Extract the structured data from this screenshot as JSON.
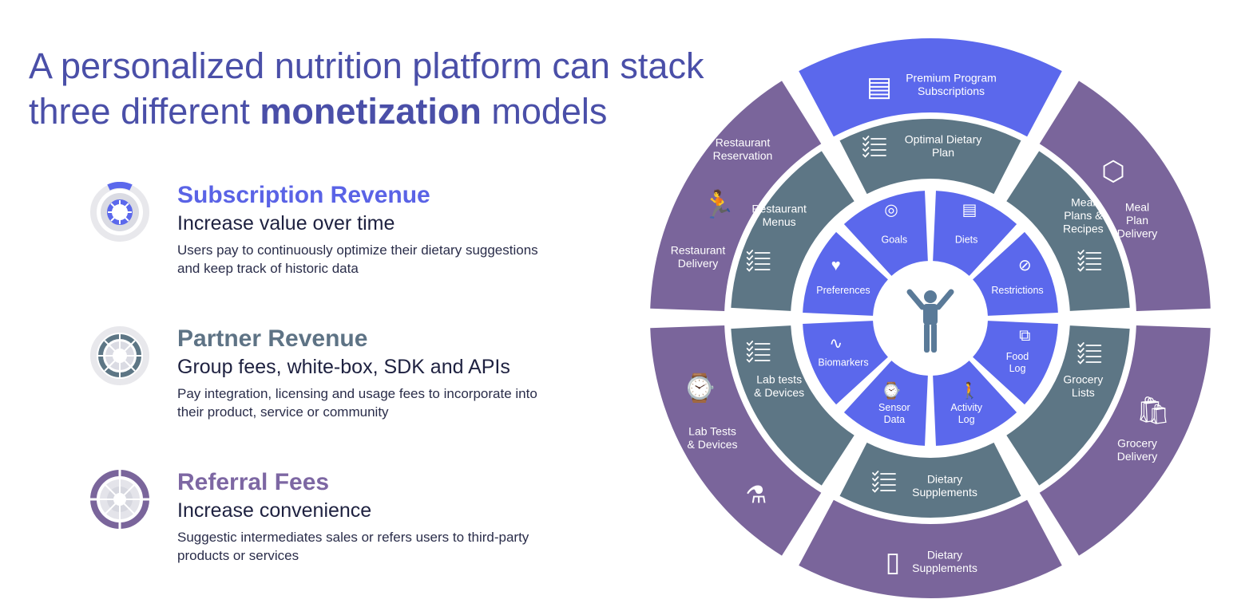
{
  "title": {
    "line1": "A personalized nutrition platform can stack",
    "line2_before": "three different ",
    "line2_bold": "monetization",
    "line2_after": " models"
  },
  "models": [
    {
      "heading": "Subscription Revenue",
      "subheading": "Increase value over time",
      "description": "Users pay to continuously optimize their dietary suggestions and keep track of historic data",
      "color": "#5a63e6"
    },
    {
      "heading": "Partner Revenue",
      "subheading": "Group fees, white-box, SDK and APIs",
      "description": "Pay integration, licensing and usage fees to incorporate into their product, service or community",
      "color": "#5e7385"
    },
    {
      "heading": "Referral Fees",
      "subheading": "Increase convenience",
      "description": "Suggestic intermediates sales or refers users to third-party products or services",
      "color": "#7d67a3"
    }
  ],
  "colors": {
    "subscription": "#5b68ec",
    "partner": "#5d7685",
    "referral": "#7a659b",
    "center_figure": "#5a7a98"
  },
  "wheel": {
    "center_icon": "person-arms-raised-icon",
    "inner": [
      {
        "label": "Goals",
        "icon": "head-target-icon"
      },
      {
        "label": "Diets",
        "icon": "clipboard-apple-icon"
      },
      {
        "label": "Restrictions",
        "icon": "prohibited-icon"
      },
      {
        "label": "Food\nLog",
        "icon": "bottles-icon"
      },
      {
        "label": "Activity\nLog",
        "icon": "walking-person-icon"
      },
      {
        "label": "Sensor\nData",
        "icon": "smartwatch-heart-icon"
      },
      {
        "label": "Biomarkers",
        "icon": "pulse-icon"
      },
      {
        "label": "Preferences",
        "icon": "heart-icon"
      }
    ],
    "middle": [
      {
        "label": "Optimal Dietary\nPlan",
        "icon": "checklist-icon"
      },
      {
        "label": "Meal\nPlans &\nRecipes",
        "icon": "checklist-icon"
      },
      {
        "label": "Grocery\nLists",
        "icon": "checklist-icon"
      },
      {
        "label": "Dietary\nSupplements",
        "icon": "checklist-icon"
      },
      {
        "label": "Lab tests\n& Devices",
        "icon": "checklist-icon"
      },
      {
        "label": "Restaurant\nMenus",
        "icon": "checklist-icon"
      }
    ],
    "outer": [
      {
        "label": "Premium Program\nSubscriptions",
        "icon": "documents-checklist-icon",
        "kind": "subscription"
      },
      {
        "label": "Meal\nPlan\nDelivery",
        "icon": "package-box-icon",
        "kind": "referral"
      },
      {
        "label": "Grocery\nDelivery",
        "icon": "grocery-bag-icon",
        "kind": "referral"
      },
      {
        "label": "Dietary\nSupplements",
        "icon": "supplement-bottle-icon",
        "kind": "referral"
      },
      {
        "label": "Lab Tests\n& Devices",
        "icon": "smartwatch-pulse-icon",
        "kind": "referral"
      },
      {
        "label": "Restaurant\nDelivery",
        "icon": "delivery-runner-icon",
        "kind": "referral"
      }
    ],
    "outer_extra_label": "Restaurant\nReservation",
    "outer_extra_icon": "test-tube-icon"
  }
}
